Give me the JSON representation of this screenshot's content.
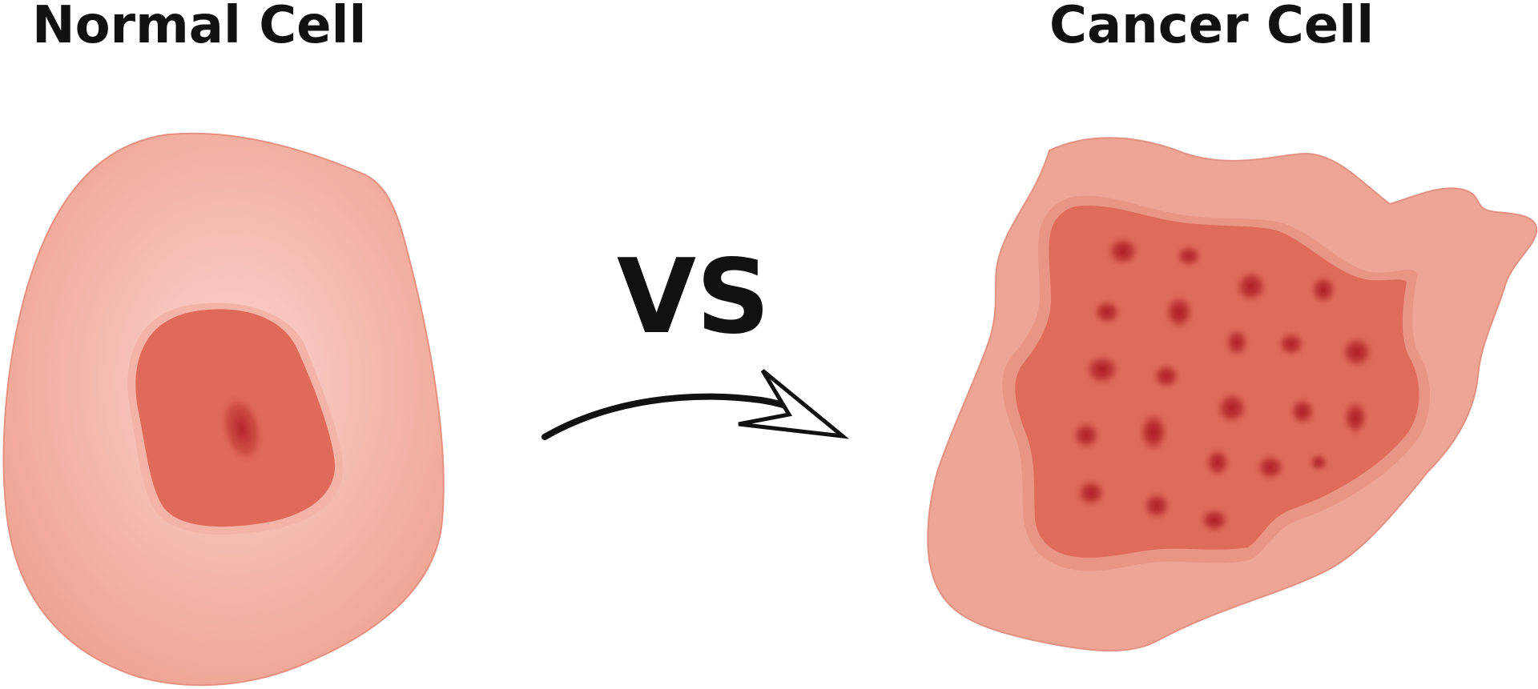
{
  "labels": {
    "left_title": "Normal Cell",
    "right_title": "Cancer Cell",
    "vs": "VS"
  },
  "colors": {
    "normal_cell_outer": "#f2a899",
    "normal_cell_center": "#f8c8c0",
    "cell_membrane_edge": "#e6907f",
    "nucleus_fill": "#e06a5a",
    "nucleus_rim": "#f3b3a6",
    "nucleolus": "#b8252b",
    "cancer_cell_fill": "#eea595",
    "cancer_cytoplasm_rim": "#e89584",
    "cancer_nucleus_fill": "#df6c5b",
    "cancer_spots": "#b5262b",
    "arrow": "#111111",
    "background": "#ffffff"
  },
  "icons": {
    "arrow": "curved-arrow-right-icon"
  }
}
